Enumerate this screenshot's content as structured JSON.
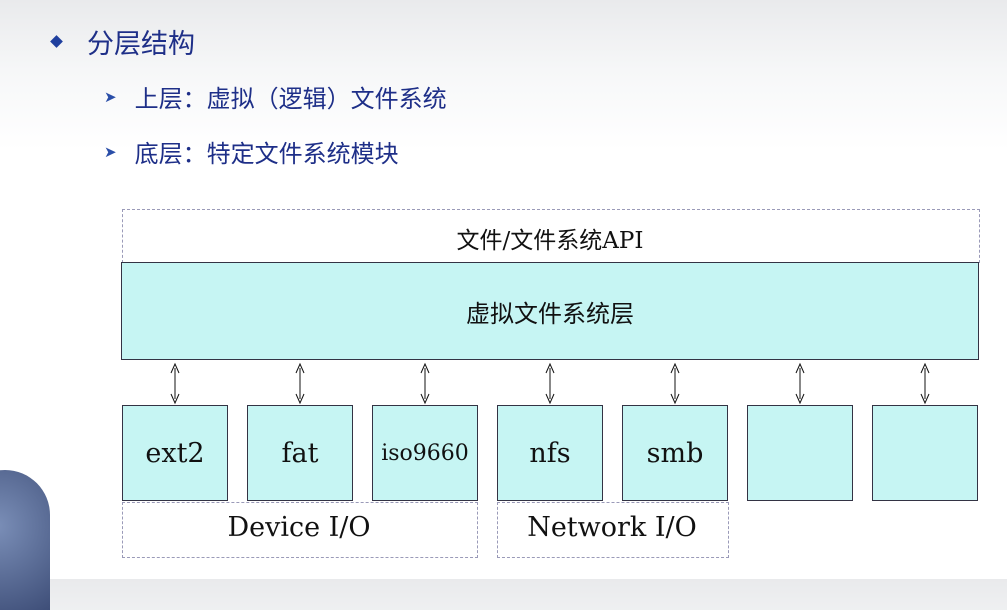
{
  "bullets": {
    "main": "分层结构",
    "sub1": "上层：虚拟（逻辑）文件系统",
    "sub2": "底层：特定文件系统模块"
  },
  "diagram": {
    "api_label": "文件/文件系统API",
    "vfs_label": "虚拟文件系统层",
    "fs_modules": [
      "ext2",
      "fat",
      "iso9660",
      "nfs",
      "smb",
      "",
      ""
    ],
    "device_group": "Device I/O",
    "network_group": "Network I/O"
  },
  "colors": {
    "box_fill": "#c6f5f3",
    "bullet_text": "#1e2f88"
  }
}
